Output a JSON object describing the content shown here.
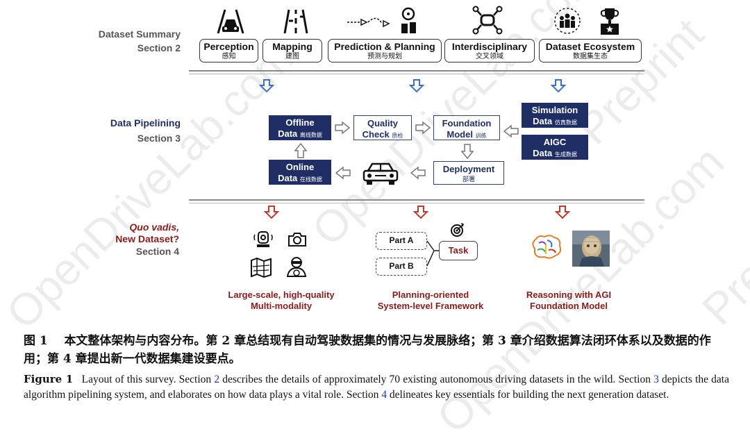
{
  "sections": {
    "summary": {
      "title": "Dataset Summary",
      "sub": "Section 2"
    },
    "pipeline": {
      "title": "Data Pipelining",
      "sub": "Section 3"
    },
    "future": {
      "title_line1": "Quo vadis,",
      "title_line2": "New Dataset?",
      "sub": "Section 4"
    }
  },
  "categories": [
    {
      "en": "Perception",
      "cn": "感知",
      "icon": "car-road-icon"
    },
    {
      "en": "Mapping",
      "cn": "建图",
      "icon": "lane-map-icon"
    },
    {
      "en": "Prediction & Planning",
      "cn": "预测与规划",
      "icon": "trajectory-steering-icon"
    },
    {
      "en": "Interdisciplinary",
      "cn": "交叉领域",
      "icon": "network-hub-icon"
    },
    {
      "en": "Dataset Ecosystem",
      "cn": "数据集生态",
      "icon": "community-trophy-icon"
    }
  ],
  "pipeline": {
    "offline": {
      "l1": "Offline",
      "l2": "Data",
      "cn": "离线数据"
    },
    "quality": {
      "l1": "Quality",
      "l2": "Check",
      "cn": "质检"
    },
    "foundation": {
      "l1": "Foundation",
      "l2": "Model",
      "cn": "训练"
    },
    "simulation": {
      "l1": "Simulation",
      "l2": "Data",
      "cn": "仿真数据"
    },
    "aigc": {
      "l1": "AIGC",
      "l2": "Data",
      "cn": "生成数据"
    },
    "online": {
      "l1": "Online",
      "l2": "Data",
      "cn": "在线数据"
    },
    "deployment": {
      "l1": "Deployment",
      "cn": "部署"
    }
  },
  "future": {
    "col1": {
      "line1": "Large-scale, high-quality",
      "line2": "Multi-modality"
    },
    "col2": {
      "part_a": "Part A",
      "part_b": "Part B",
      "task": "Task",
      "line1": "Planning-oriented",
      "line2": "System-level Framework"
    },
    "col3": {
      "line1": "Reasoning with AGI",
      "line2": "Foundation Model"
    }
  },
  "caption": {
    "cn_label": "图 1",
    "cn_text": "本文整体架构与内容分布。第 2 章总结现有自动驾驶数据集的情况与发展脉络；第 3 章介绍数据算法闭环体系以及数据的作用；第 4 章提出新一代数据集建设要点。",
    "en_label": "Figure 1",
    "en_p1": "Layout of this survey. Section ",
    "en_ref1": "2",
    "en_p2": " describes the details of approximately 70 existing autonomous driving datasets in the wild. Section ",
    "en_ref2": "3",
    "en_p3": " depicts the data algorithm pipelining system, and elaborates on how data plays a vital role. Section ",
    "en_ref3": "4",
    "en_p4": " delineates key essentials for building the next generation dataset."
  },
  "watermark": {
    "a": "OpenDriveLab.com",
    "b": "Preprint"
  },
  "colors": {
    "navy": "#1f2f66",
    "blue_arrow": "#3a6fd0",
    "red_arrow": "#c0392b",
    "red_text": "#8b1a1a",
    "link": "#2233cc"
  }
}
